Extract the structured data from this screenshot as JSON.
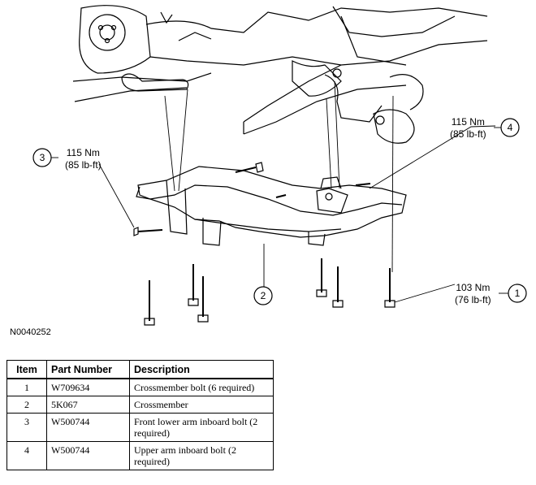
{
  "diagram": {
    "figure_id": "N0040252",
    "callouts": [
      {
        "number": "1",
        "torque_nm": "103 Nm",
        "torque_lbft": "(76 lb-ft)"
      },
      {
        "number": "2"
      },
      {
        "number": "3",
        "torque_nm": "115 Nm",
        "torque_lbft": "(85 lb-ft)"
      },
      {
        "number": "4",
        "torque_nm": "115 Nm",
        "torque_lbft": "(85 lb-ft)"
      }
    ]
  },
  "parts_table": {
    "headers": [
      "Item",
      "Part Number",
      "Description"
    ],
    "rows": [
      {
        "item": "1",
        "part_number": "W709634",
        "description": "Crossmember bolt (6 required)"
      },
      {
        "item": "2",
        "part_number": "5K067",
        "description": "Crossmember"
      },
      {
        "item": "3",
        "part_number": "W500744",
        "description": "Front lower arm inboard bolt (2 required)"
      },
      {
        "item": "4",
        "part_number": "W500744",
        "description": "Upper arm inboard bolt (2 required)"
      }
    ]
  }
}
